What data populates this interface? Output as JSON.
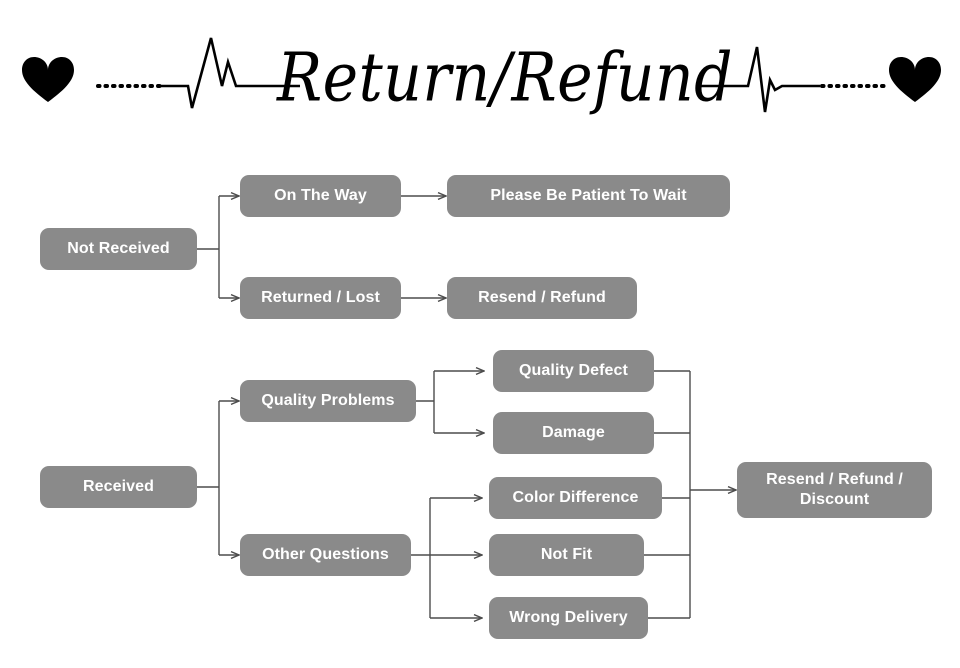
{
  "header": {
    "title": "Return/Refund",
    "decorations": {
      "left_heart": "heart-icon",
      "right_heart": "heart-icon",
      "left_pulse": "ekg-pulse-line",
      "right_pulse": "ekg-pulse-line",
      "dotted_connector": "dotted-line"
    }
  },
  "colors": {
    "node_fill": "#8a8a8a",
    "node_text": "#ffffff",
    "connector": "#4d4d4d",
    "background": "#ffffff",
    "decoration": "#000000"
  },
  "flowchart": {
    "branch_not_received": {
      "root": "Not Received",
      "children": [
        {
          "label": "On The Way",
          "result": "Please Be Patient To Wait"
        },
        {
          "label": "Returned / Lost",
          "result": "Resend / Refund"
        }
      ]
    },
    "branch_received": {
      "root": "Received",
      "groups": [
        {
          "label": "Quality Problems",
          "reasons": [
            "Quality Defect",
            "Damage"
          ]
        },
        {
          "label": "Other Questions",
          "reasons": [
            "Color Difference",
            "Not Fit",
            "Wrong Delivery"
          ]
        }
      ],
      "outcome_line_1": "Resend / Refund /",
      "outcome_line_2": "Discount"
    }
  }
}
